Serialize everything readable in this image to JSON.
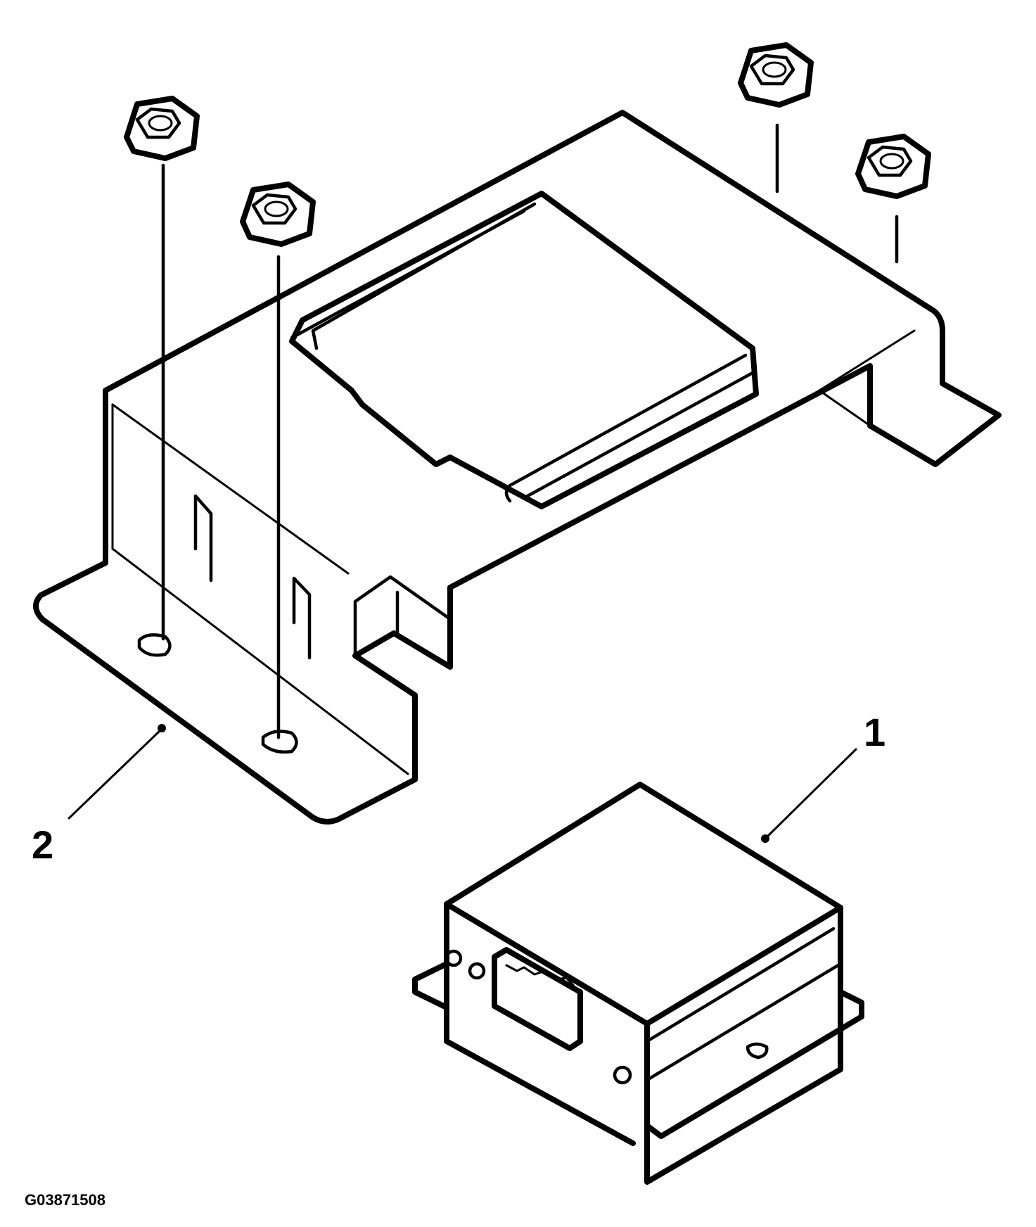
{
  "callouts": [
    {
      "label": "1"
    },
    {
      "label": "2"
    }
  ],
  "figure_id": "G03871508",
  "icons": [
    "hex-flange-nut",
    "mounting-bracket",
    "control-module"
  ],
  "colors": {
    "line": "#000000",
    "background": "#ffffff"
  }
}
